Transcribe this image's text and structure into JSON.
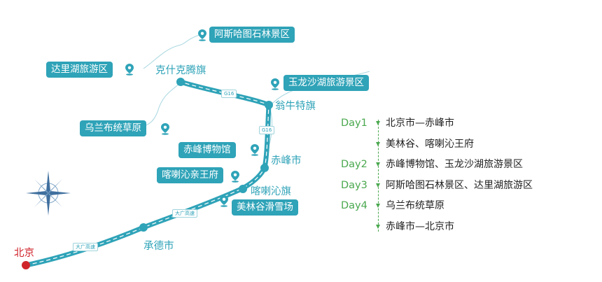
{
  "colors": {
    "route": "#2fa3b8",
    "badge": "#2fa3b8",
    "start": "#d0242b",
    "itinerary": "#4aa84e",
    "river": "#a8d7e0"
  },
  "scenic_spots": [
    {
      "name": "阿斯哈图石林景区",
      "icon": "location-pin-icon"
    },
    {
      "name": "达里湖旅游区",
      "icon": "location-pin-icon"
    },
    {
      "name": "玉龙沙湖旅游景区",
      "icon": "location-pin-icon"
    },
    {
      "name": "乌兰布统草原",
      "icon": "location-pin-icon"
    },
    {
      "name": "赤峰博物馆",
      "icon": "location-pin-icon"
    },
    {
      "name": "喀喇沁亲王府",
      "icon": "location-pin-icon"
    },
    {
      "name": "美林谷滑雪场",
      "icon": "location-pin-icon"
    }
  ],
  "cities": {
    "beijing": "北京",
    "chengde": "承德市",
    "harqin": "喀喇沁旗",
    "chifeng": "赤峰市",
    "ongniud": "翁牛特旗",
    "hexigten": "克什克腾旗"
  },
  "roads": {
    "daguang_1": "大广高速",
    "daguang_2": "大广高速",
    "g16_1": "G16",
    "g16_2": "G16"
  },
  "compass_icon": "compass-rose-icon",
  "itinerary": [
    {
      "day": "Day1",
      "dest": "北京市—赤峰市"
    },
    {
      "day": "",
      "dest": "美林谷、喀喇沁王府"
    },
    {
      "day": "Day2",
      "dest": "赤峰博物馆、玉龙沙湖旅游景区"
    },
    {
      "day": "Day3",
      "dest": "阿斯哈图石林景区、达里湖旅游区"
    },
    {
      "day": "Day4",
      "dest": "乌兰布统草原"
    },
    {
      "day": "",
      "dest": "赤峰市—北京市"
    }
  ]
}
